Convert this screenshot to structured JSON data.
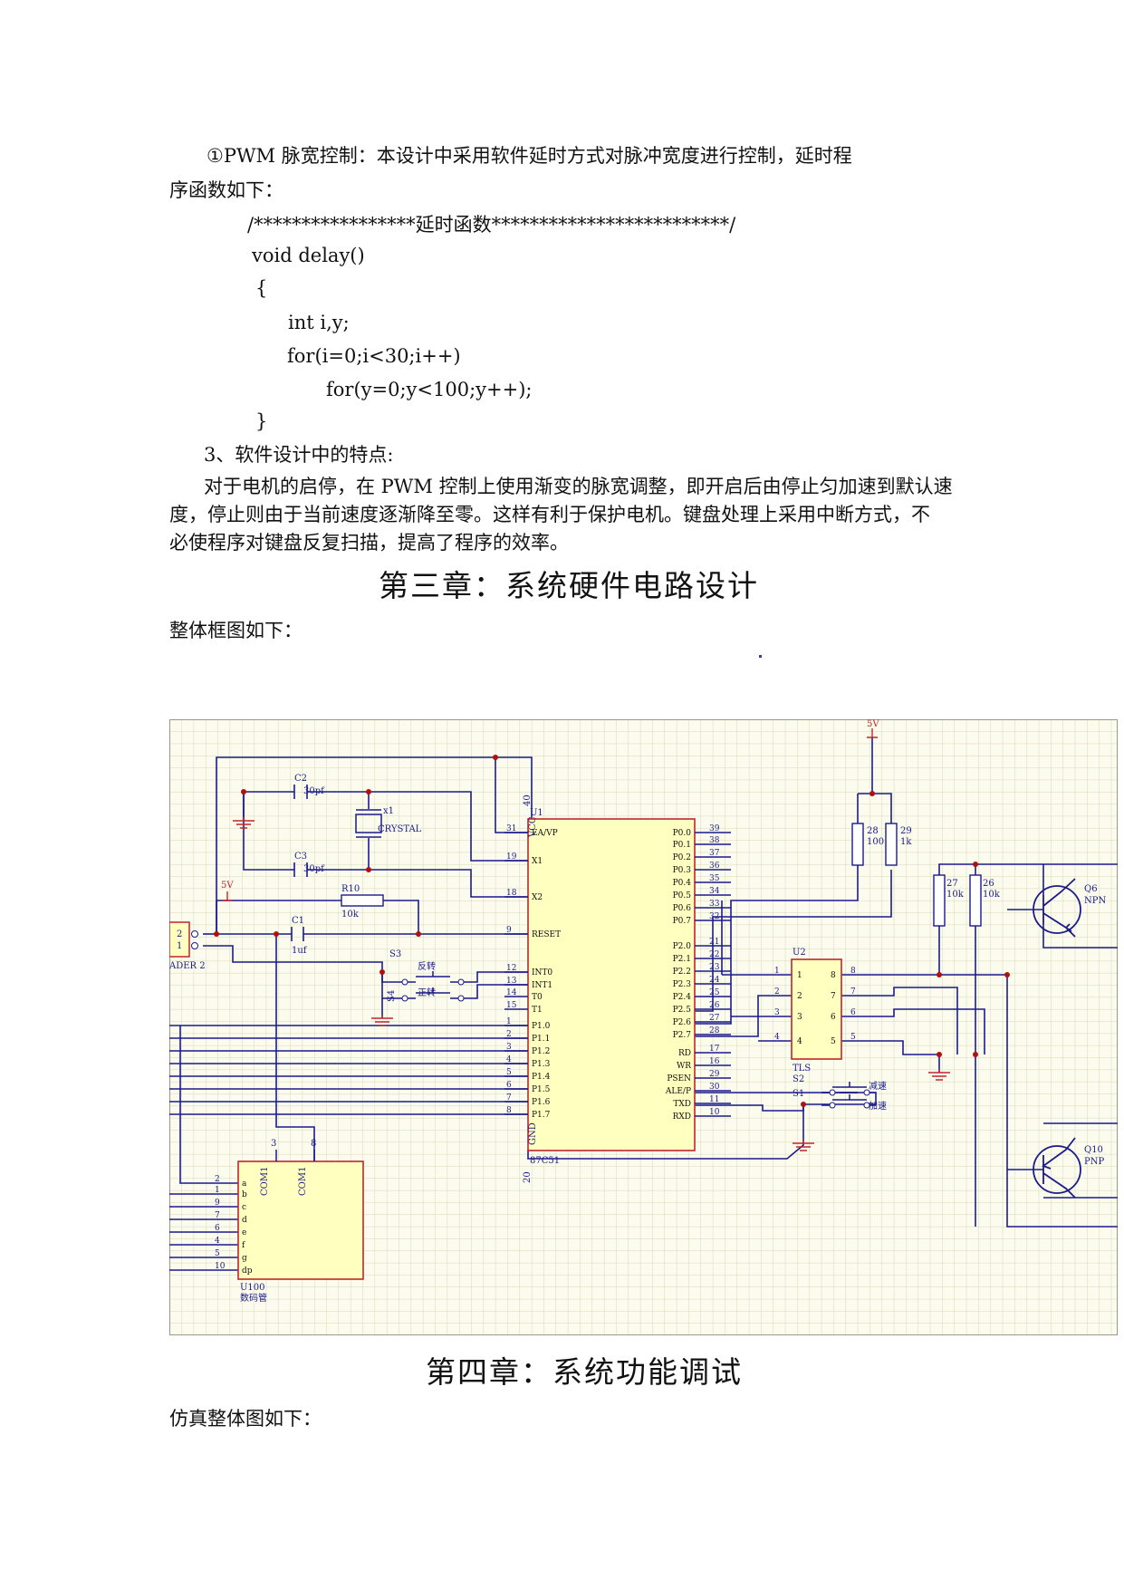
{
  "pwm_section": {
    "para_line1": "①PWM 脉宽控制：本设计中采用软件延时方式对脉冲宽度进行控制，延时程",
    "para_line2": "序函数如下："
  },
  "code": {
    "comment": "/*****************延时函数*************************/",
    "l1": "void delay()",
    "l2": "{",
    "l3": "int i,y;",
    "l4": "for(i=0;i<30;i++)",
    "l5": "for(y=0;y<100;y++);",
    "l6": "}"
  },
  "features": {
    "heading": "3、软件设计中的特点:",
    "line1": "对于电机的启停，在 PWM 控制上使用渐变的脉宽调整，即开启后由停止匀加速到默认速",
    "line2": "度，停止则由于当前速度逐渐降至零。这样有利于保护电机。键盘处理上采用中断方式，不",
    "line3": "必使程序对键盘反复扫描，提高了程序的效率。"
  },
  "chapter3": {
    "title": "第三章：系统硬件电路设计",
    "caption": "整体框图如下："
  },
  "schematic": {
    "colors": {
      "grid": "#d8d8b8",
      "bg": "#fbfbee",
      "wire": "#1b1b8a",
      "part": "#c0262c",
      "fill": "#ffffc0",
      "junction": "#b01010",
      "text": "#1b1b8a"
    },
    "labels": {
      "vcc_top": "5V",
      "vcc_left": "5V",
      "c2": "C2",
      "c2_val": "30pf",
      "c3": "C3",
      "c3_val": "30pf",
      "crystal": "x1",
      "crystal_val": "CRYSTAL",
      "r10": "R10",
      "r10_val": "10k",
      "c1": "C1",
      "c1_val": "1uf",
      "header": "ADER 2",
      "header_p2": "2",
      "header_p1": "1",
      "s3": "S3",
      "s3_txt": "反转",
      "s4": "S4",
      "s4_txt": "正转",
      "u1": "U1",
      "u1_part": "87C51",
      "u1_pin40": "40",
      "u1_pin20": "20",
      "u1_vcc": "VCC",
      "u1_gnd": "GND",
      "u1_left_pins": [
        {
          "num": "31",
          "name": "EA/VP"
        },
        {
          "num": "19",
          "name": "X1"
        },
        {
          "num": "18",
          "name": "X2"
        },
        {
          "num": "9",
          "name": "RESET"
        },
        {
          "num": "12",
          "name": "INT0"
        },
        {
          "num": "13",
          "name": "INT1"
        },
        {
          "num": "14",
          "name": "T0"
        },
        {
          "num": "15",
          "name": "T1"
        },
        {
          "num": "1",
          "name": "P1.0"
        },
        {
          "num": "2",
          "name": "P1.1"
        },
        {
          "num": "3",
          "name": "P1.2"
        },
        {
          "num": "4",
          "name": "P1.3"
        },
        {
          "num": "5",
          "name": "P1.4"
        },
        {
          "num": "6",
          "name": "P1.5"
        },
        {
          "num": "7",
          "name": "P1.6"
        },
        {
          "num": "8",
          "name": "P1.7"
        }
      ],
      "u1_right_pins": [
        {
          "num": "39",
          "name": "P0.0"
        },
        {
          "num": "38",
          "name": "P0.1"
        },
        {
          "num": "37",
          "name": "P0.2"
        },
        {
          "num": "36",
          "name": "P0.3"
        },
        {
          "num": "35",
          "name": "P0.4"
        },
        {
          "num": "34",
          "name": "P0.5"
        },
        {
          "num": "33",
          "name": "P0.6"
        },
        {
          "num": "32",
          "name": "P0.7"
        },
        {
          "num": "21",
          "name": "P2.0"
        },
        {
          "num": "22",
          "name": "P2.1"
        },
        {
          "num": "23",
          "name": "P2.2"
        },
        {
          "num": "24",
          "name": "P2.3"
        },
        {
          "num": "25",
          "name": "P2.4"
        },
        {
          "num": "26",
          "name": "P2.5"
        },
        {
          "num": "27",
          "name": "P2.6"
        },
        {
          "num": "28",
          "name": "P2.7"
        },
        {
          "num": "17",
          "name": "RD"
        },
        {
          "num": "16",
          "name": "WR"
        },
        {
          "num": "29",
          "name": "PSEN"
        },
        {
          "num": "30",
          "name": "ALE/P"
        },
        {
          "num": "11",
          "name": "TXD"
        },
        {
          "num": "10",
          "name": "RXD"
        }
      ],
      "r8": "28",
      "r8_val": "100",
      "r9": "29",
      "r9_val": "1k",
      "r7": "27",
      "r7_val": "10k",
      "r6": "26",
      "r6_val": "10k",
      "q6": "Q6",
      "q6_type": "NPN",
      "q10": "Q10",
      "q10_type": "PNP",
      "u2": "U2",
      "u2_part": "TLS",
      "u2_left_pins": [
        "1",
        "2",
        "3",
        "4"
      ],
      "u2_right_pins": [
        "8",
        "7",
        "6",
        "5"
      ],
      "s2": "S2",
      "s2_txt": "减速",
      "s1": "S1",
      "s1_txt": "加速",
      "u100": "U100",
      "u100_part": "数码管",
      "com1a": "COM1",
      "com1b": "COM1",
      "pin3": "3",
      "pin8": "8",
      "seg_pins": [
        {
          "num": "2",
          "name": "a"
        },
        {
          "num": "1",
          "name": "b"
        },
        {
          "num": "9",
          "name": "c"
        },
        {
          "num": "7",
          "name": "d"
        },
        {
          "num": "6",
          "name": "e"
        },
        {
          "num": "4",
          "name": "f"
        },
        {
          "num": "5",
          "name": "g"
        },
        {
          "num": "10",
          "name": "dp"
        }
      ]
    }
  },
  "chapter4": {
    "title": "第四章：系统功能调试",
    "caption": "仿真整体图如下："
  }
}
